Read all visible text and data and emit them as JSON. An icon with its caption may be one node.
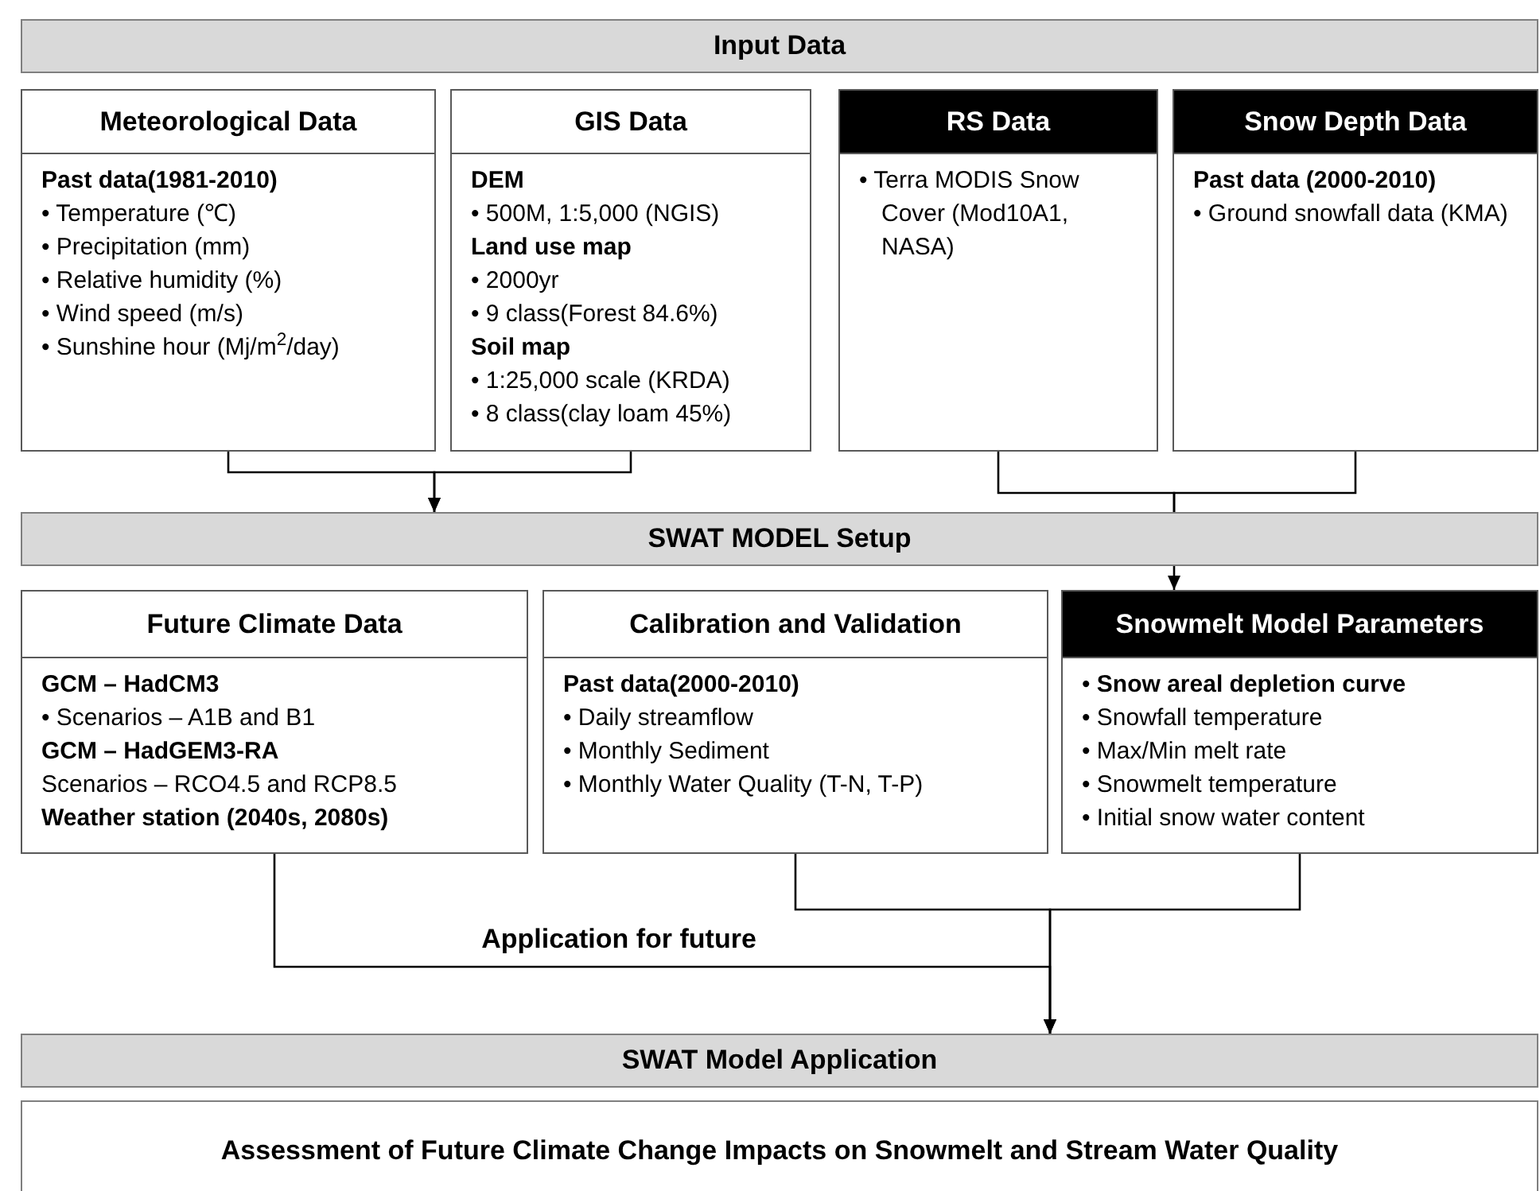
{
  "diagram": {
    "nodes": [
      {
        "text": [
          "Input Data"
        ]
      },
      {
        "text": [
          "Meteorological Data",
          "**Past data(1981-2010)**",
          "• Temperature (℃)",
          "• Precipitation (mm)",
          "• Relative humidity (%)",
          "• Wind speed (m/s)",
          "• Sunshine hour (Mj/m$^{2}$/day)"
        ]
      },
      {
        "text": [
          "GIS Data",
          "**DEM**",
          "• 500M, 1:5,000 (NGIS)",
          "**Land use map**",
          "• 2000yr",
          "• 9 class(Forest 84.6%)",
          "**Soil map**",
          "• 1:25,000 scale (KRDA)",
          "• 8 class(clay loam 45%)"
        ]
      },
      {
        "text": [
          "RS Data",
          "• Terra MODIS Snow Cover (Mod10A1, NASA)"
        ]
      },
      {
        "text": [
          "Snow Depth Data",
          "**Past data (2000-2010)**",
          "• Ground snowfall data (KMA)"
        ]
      },
      {
        "text": [
          "SWAT MODEL Setup"
        ]
      },
      {
        "text": [
          "Future Climate Data",
          "**GCM – HadCM3**",
          "• Scenarios – A1B and B1",
          "**GCM – HadGEM3-RA**",
          "Scenarios – RCO4.5 and RCP8.5",
          "**Weather station (2040s, 2080s)**"
        ]
      },
      {
        "text": [
          "Calibration and Validation",
          "**Past data(2000-2010)**",
          "• Daily streamflow",
          "• Monthly Sediment",
          "• Monthly Water Quality (T-N, T-P)"
        ]
      },
      {
        "text": [
          "Snowmelt Model Parameters",
          "• **Snow areal depletion curve**",
          "• Snowfall temperature",
          "• Max/Min melt rate",
          "• Snowmelt temperature",
          "• Initial snow water content"
        ]
      },
      {
        "text": [
          "SWAT Model Application"
        ]
      },
      {
        "text": [
          "Assessment of Future Climate Change Impacts on Snowmelt and Stream Water Quality"
        ]
      }
    ],
    "edges": [
      {
        "from": 1,
        "to": 5,
        "arrow": "to"
      },
      {
        "from": 2,
        "to": 5,
        "arrow": "to"
      },
      {
        "from": 3,
        "to": 5,
        "arrow": "none"
      },
      {
        "from": 4,
        "to": 5,
        "arrow": "none"
      },
      {
        "from": 5,
        "to": 8,
        "arrow": "to"
      },
      {
        "from": 6,
        "to": 9,
        "arrow": "to",
        "label": "Application for future"
      },
      {
        "from": 7,
        "to": 9,
        "arrow": "to"
      },
      {
        "from": 8,
        "to": 9,
        "arrow": "to"
      }
    ]
  }
}
